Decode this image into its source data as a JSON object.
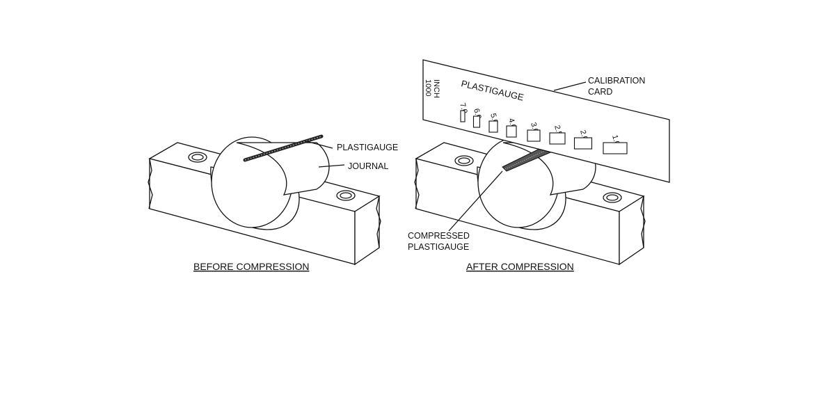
{
  "before": {
    "caption": "BEFORE COMPRESSION",
    "label_plastigauge": "PLASTIGAUGE",
    "label_journal": "JOURNAL"
  },
  "after": {
    "caption": "AFTER COMPRESSION",
    "label_compressed_line1": "COMPRESSED",
    "label_compressed_line2": "PLASTIGAUGE",
    "label_calibration_line1": "CALIBRATION",
    "label_calibration_line2": "CARD"
  },
  "card": {
    "title": "PLASTIGAUGE",
    "unit_line1": "INCH",
    "unit_line2": "1000",
    "scale": [
      "7.0",
      "6.0",
      "5.0",
      "4.0",
      "3.0",
      "2.5",
      "2.0",
      "1.0"
    ]
  }
}
